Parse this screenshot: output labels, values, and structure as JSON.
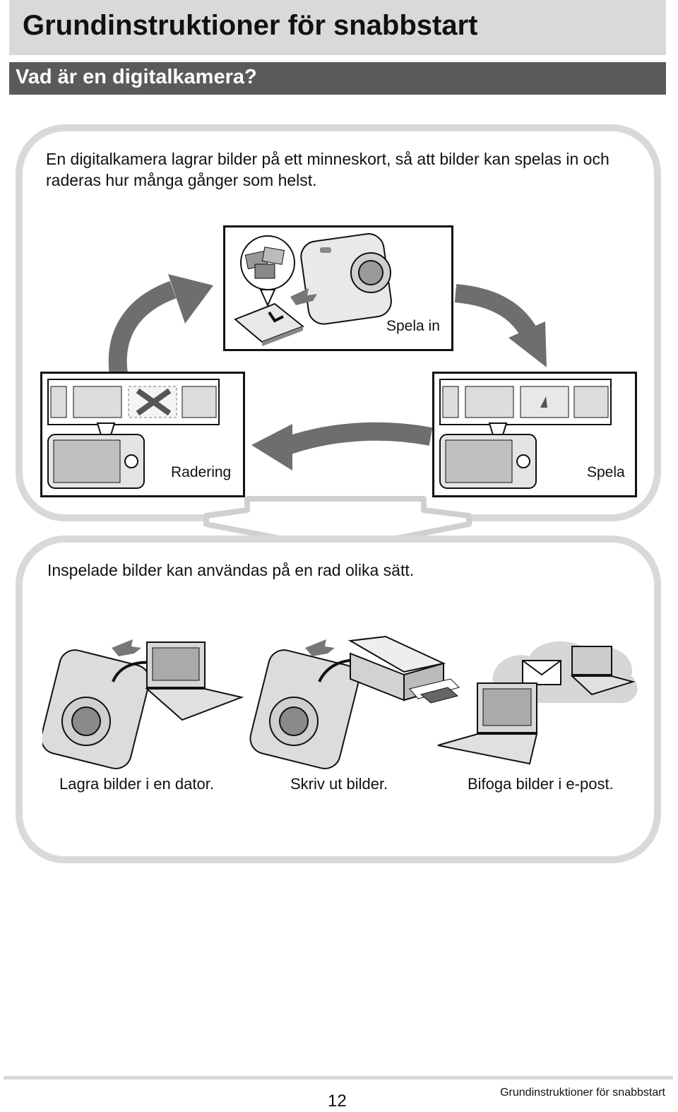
{
  "header": {
    "title": "Grundinstruktioner för snabbstart",
    "section": "Vad är en digitalkamera?"
  },
  "cycle_panel": {
    "intro": "En digitalkamera lagrar bilder på ett minneskort, så att bilder kan spelas in och raderas hur många gånger som helst.",
    "record_label": "Spela in",
    "delete_label": "Radering",
    "play_label": "Spela"
  },
  "usage_panel": {
    "intro": "Inspelade bilder kan användas på en rad olika sätt.",
    "captions": [
      "Lagra bilder i en dator.",
      "Skriv ut bilder.",
      "Bifoga bilder i e-post."
    ]
  },
  "footer": {
    "page_number": "12",
    "title": "Grundinstruktioner för snabbstart"
  },
  "icons": {
    "camera": "camera-icon",
    "memory_card": "memory-card-icon",
    "laptop": "laptop-icon",
    "printer": "printer-icon",
    "email": "envelope-icon",
    "cloud": "cloud-icon"
  }
}
